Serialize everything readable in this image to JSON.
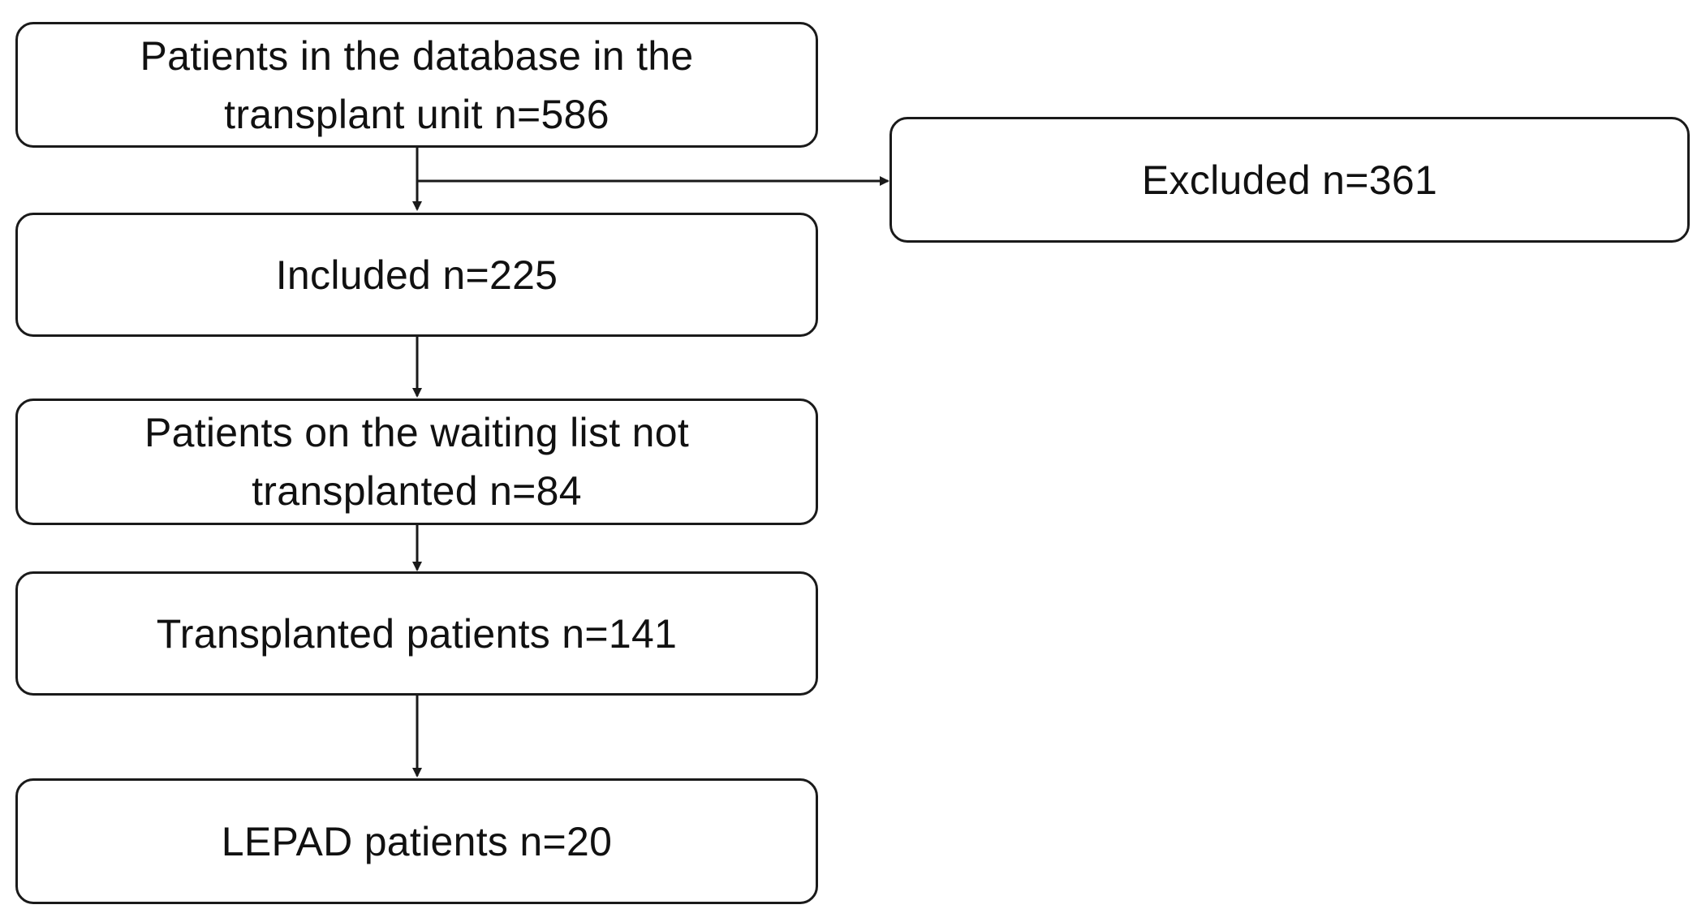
{
  "diagram": {
    "nodes": [
      {
        "id": "database",
        "label": "Patients in the database in the transplant unit n=586",
        "lines": [
          "Patients in the database in the",
          "transplant unit n=586"
        ]
      },
      {
        "id": "excluded",
        "label": "Excluded n=361",
        "lines": [
          "Excluded n=361"
        ]
      },
      {
        "id": "included",
        "label": "Included n=225",
        "lines": [
          "Included n=225"
        ]
      },
      {
        "id": "waiting",
        "label": "Patients on the waiting list not transplanted n=84",
        "lines": [
          "Patients on the waiting list not",
          "transplanted n=84"
        ]
      },
      {
        "id": "transplanted",
        "label": "Transplanted patients n=141",
        "lines": [
          "Transplanted patients n=141"
        ]
      },
      {
        "id": "lepad",
        "label": "LEPAD patients n=20",
        "lines": [
          "LEPAD patients n=20"
        ]
      }
    ],
    "edges": [
      {
        "from": "database",
        "to": "included"
      },
      {
        "from": "database",
        "to": "excluded"
      },
      {
        "from": "included",
        "to": "waiting"
      },
      {
        "from": "waiting",
        "to": "transplanted"
      },
      {
        "from": "transplanted",
        "to": "lepad"
      }
    ],
    "colors": {
      "stroke": "#1a1a1a",
      "fill": "#ffffff",
      "text": "#111111"
    }
  }
}
